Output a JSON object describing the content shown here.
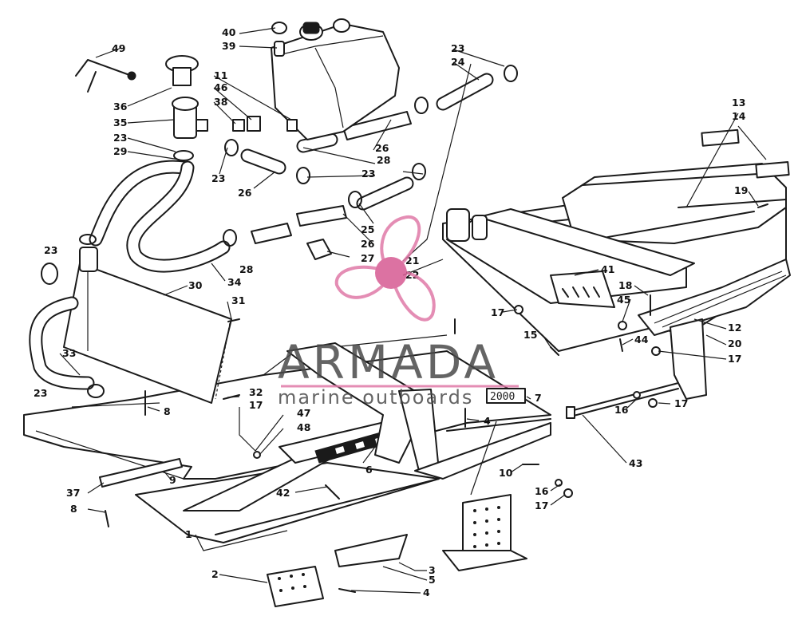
{
  "watermark": {
    "brand": "ARMADA",
    "tagline": "marine outboards",
    "logo_color": "#e07aa8",
    "logo_dark_color": "#d65a92",
    "text_color": "#4a4a4a",
    "line_color": "#e07aa8"
  },
  "decal_text": "2000",
  "callouts": [
    "49",
    "40",
    "39",
    "36",
    "35",
    "11",
    "46",
    "38",
    "23",
    "29",
    "28",
    "26",
    "24",
    "25",
    "27",
    "21",
    "22",
    "13",
    "14",
    "19",
    "41",
    "18",
    "45",
    "12",
    "20",
    "17",
    "44",
    "15",
    "30",
    "31",
    "33",
    "34",
    "32",
    "8",
    "47",
    "48",
    "6",
    "7",
    "4",
    "16",
    "43",
    "10",
    "9",
    "37",
    "42",
    "1",
    "2",
    "3",
    "5"
  ]
}
